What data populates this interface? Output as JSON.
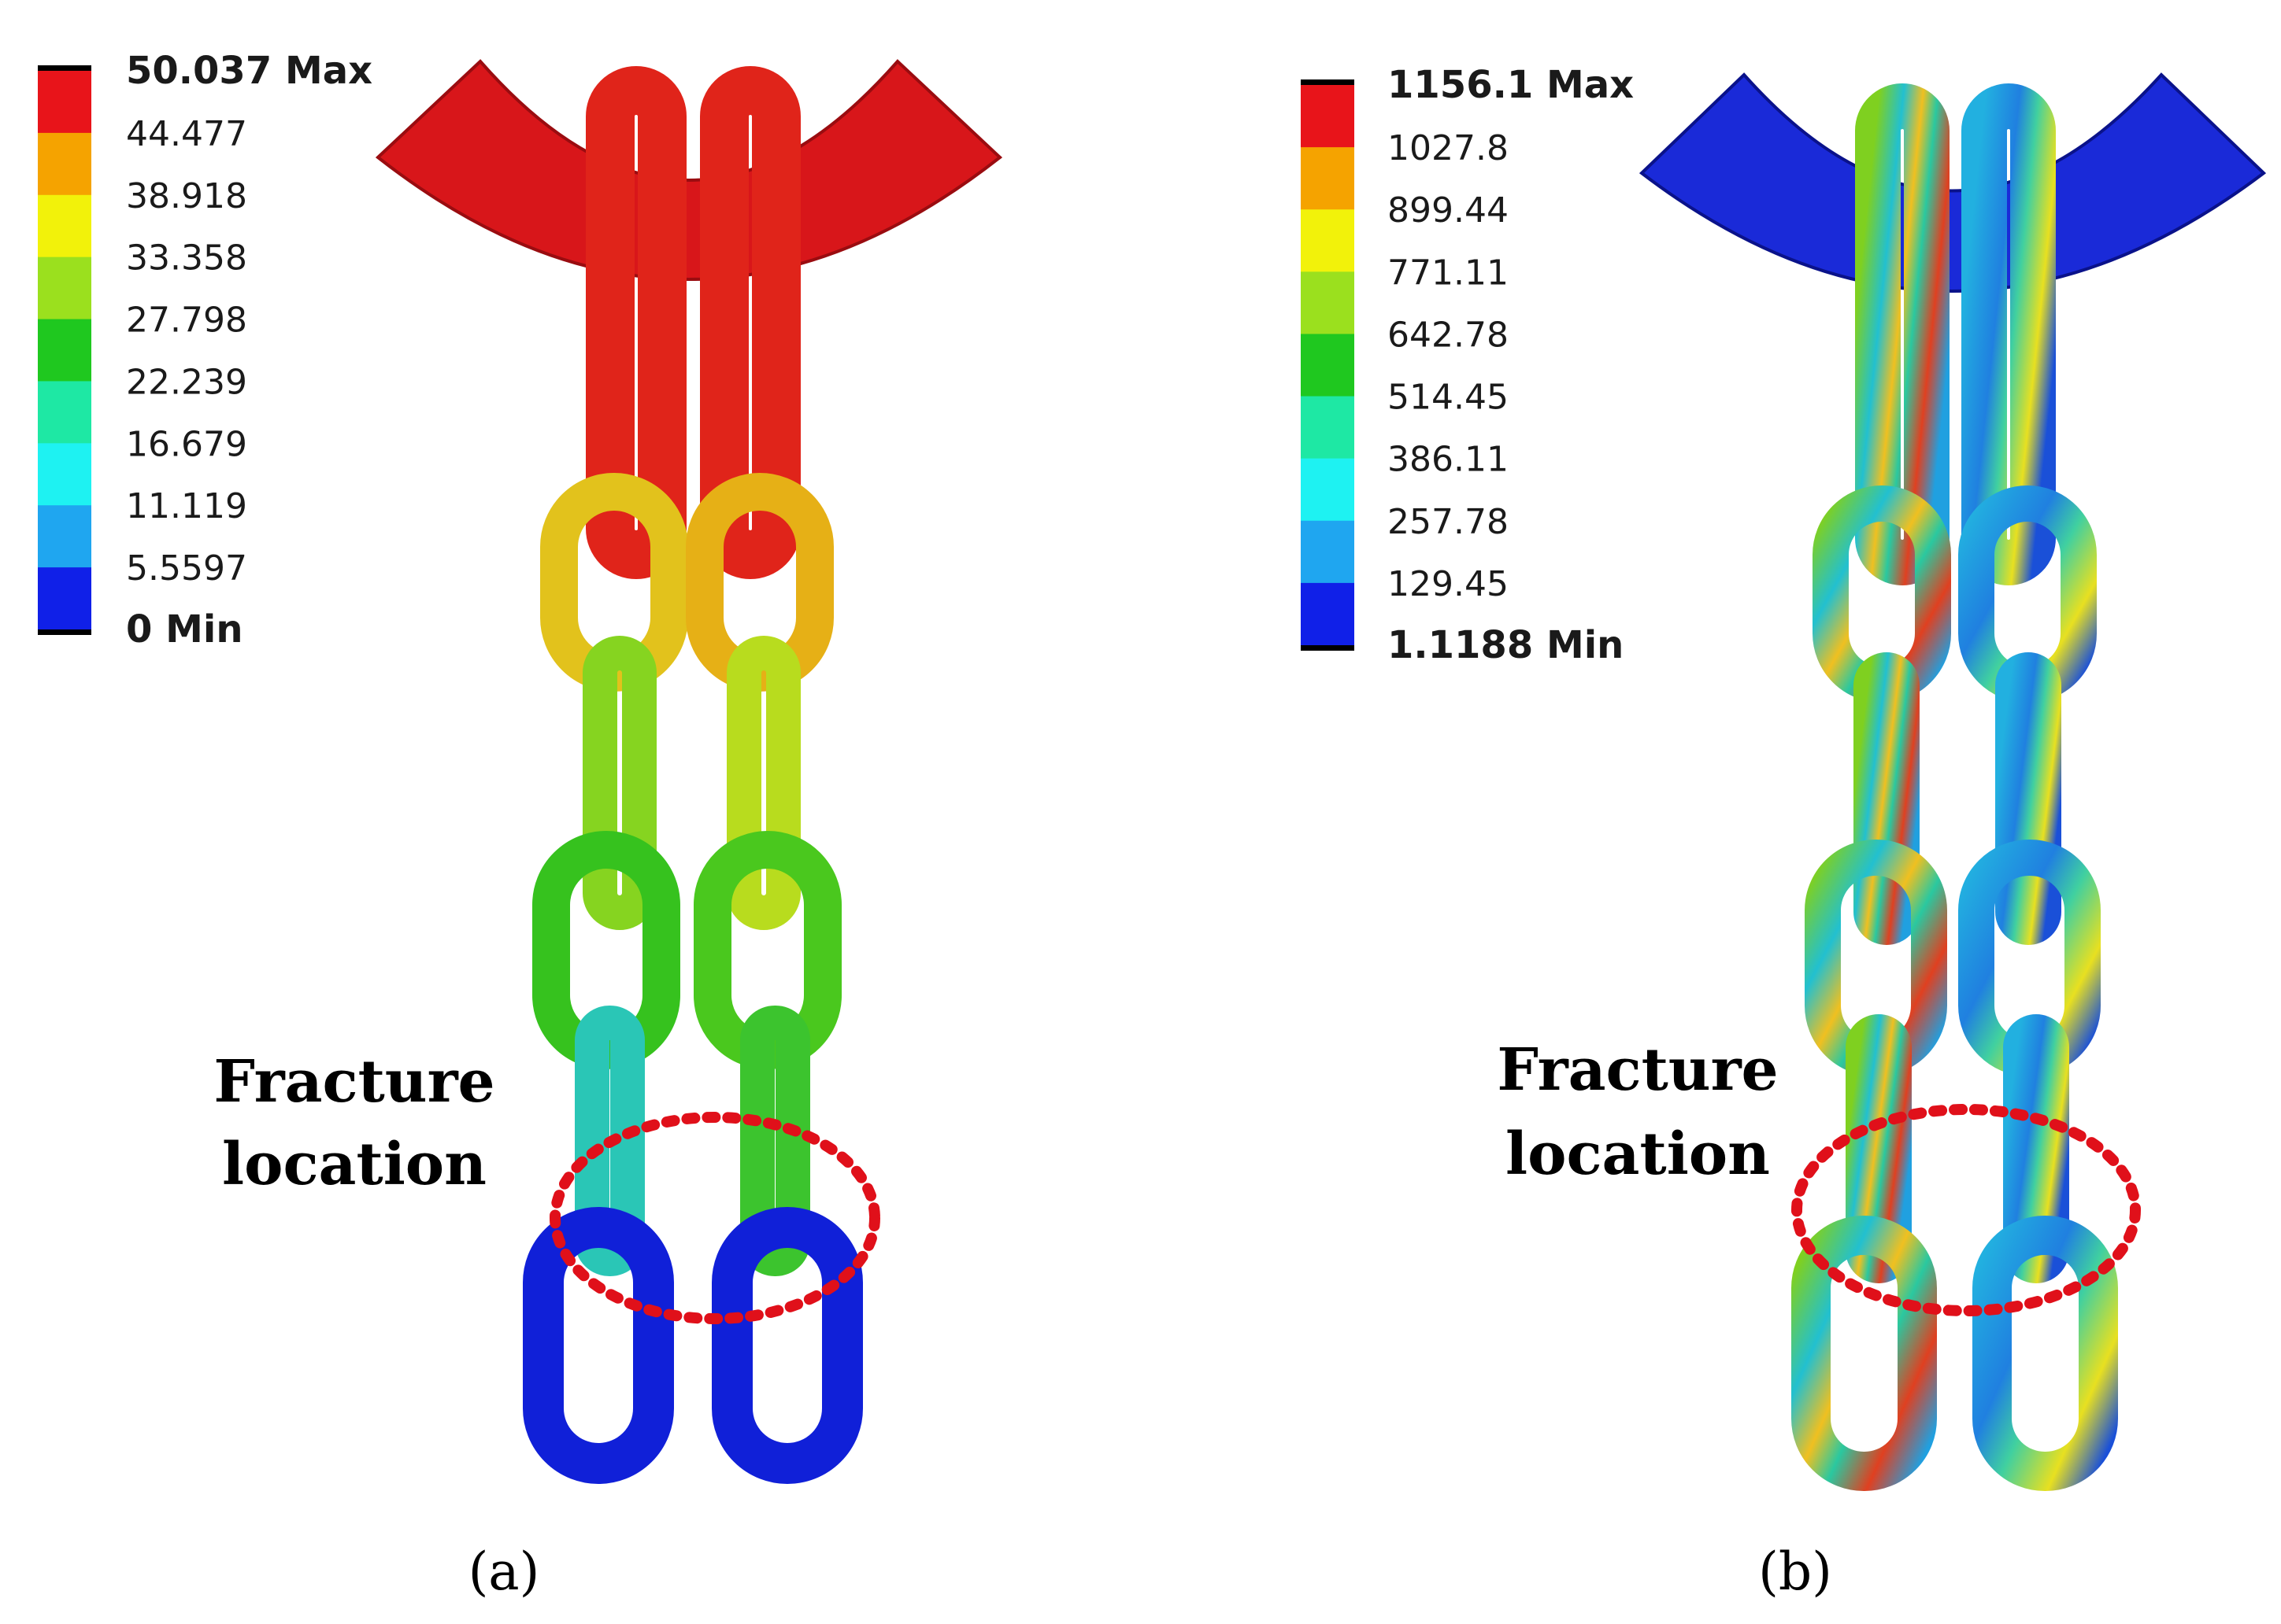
{
  "panels": [
    {
      "id": "a",
      "caption": "(a)",
      "annotation_lines": [
        "Fracture",
        "location"
      ],
      "legend": {
        "labels": [
          "50.037 Max",
          "44.477",
          "38.918",
          "33.358",
          "27.798",
          "22.239",
          "16.679",
          "11.119",
          "5.5597",
          "0 Min"
        ],
        "colors": [
          "#e8141a",
          "#f5a300",
          "#f2f20a",
          "#9be01e",
          "#1fc81f",
          "#1ee8a4",
          "#1ef2f2",
          "#1fa6f0",
          "#1020e8"
        ]
      }
    },
    {
      "id": "b",
      "caption": "(b)",
      "annotation_lines": [
        "Fracture",
        "location"
      ],
      "legend": {
        "labels": [
          "1156.1 Max",
          "1027.8",
          "899.44",
          "771.11",
          "642.78",
          "514.45",
          "386.11",
          "257.78",
          "129.45",
          "1.1188 Min"
        ],
        "colors": [
          "#e8141a",
          "#f5a300",
          "#f2f20a",
          "#9be01e",
          "#1fc81f",
          "#1ee8a4",
          "#1ef2f2",
          "#1fa6f0",
          "#1020e8"
        ]
      }
    }
  ],
  "colors": {
    "fracture_ellipse": "#e0101a",
    "outline": "#000000"
  }
}
